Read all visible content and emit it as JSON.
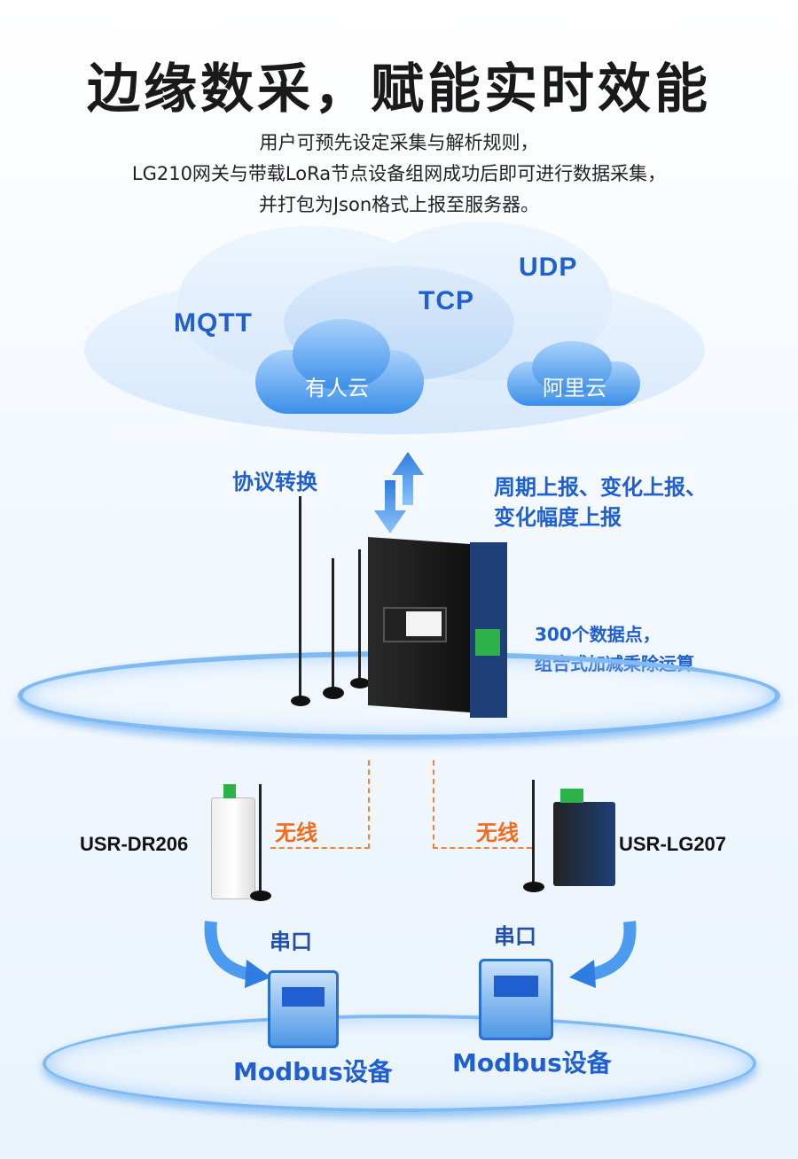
{
  "header": {
    "title": "边缘数采，赋能实时效能",
    "subtitle_lines": [
      "用户可预先设定采集与解析规则，",
      "LG210网关与带载LoRa节点设备组网成功后即可进行数据采集，",
      "并打包为Json格式上报至服务器。"
    ]
  },
  "cloud": {
    "protocols": [
      "MQTT",
      "TCP",
      "UDP"
    ],
    "platforms": [
      "有人云",
      "阿里云"
    ]
  },
  "gateway": {
    "left_label": "协议转换",
    "right_label_lines": [
      "周期上报、变化上报、",
      "变化幅度上报"
    ],
    "points_lines": [
      "300个数据点，",
      "组合式加减乘除运算"
    ]
  },
  "nodes": [
    {
      "name": "USR-DR206",
      "link": "无线",
      "serial": "串口",
      "device": "Modbus设备"
    },
    {
      "name": "USR-LG207",
      "link": "无线",
      "serial": "串口",
      "device": "Modbus设备"
    }
  ],
  "colors": {
    "accent": "#1f5fcf",
    "orange": "#f26a1b"
  }
}
